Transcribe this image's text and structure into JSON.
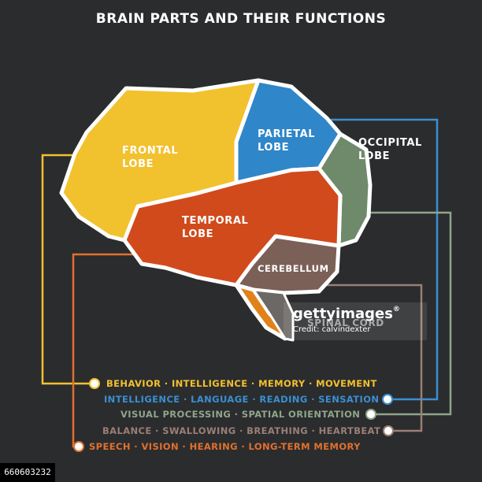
{
  "title": "BRAIN PARTS AND THEIR FUNCTIONS",
  "regions": {
    "frontal": {
      "line1": "FRONTAL",
      "line2": "LOBE",
      "color": "#f2c12e"
    },
    "parietal": {
      "line1": "PARIETAL",
      "line2": "LOBE",
      "color": "#2f86c8"
    },
    "occipital": {
      "line1": "OCCIPITAL",
      "line2": "LOBE",
      "color": "#6e8a6a"
    },
    "temporal": {
      "line1": "TEMPORAL",
      "line2": "LOBE",
      "color": "#d14a1c"
    },
    "cerebellum": {
      "label": "CEREBELLUM",
      "color": "#7b6058"
    },
    "spinal_cord": {
      "label": "SPINAL CORD",
      "color": "#e0821a"
    }
  },
  "functions": [
    {
      "text": "BEHAVIOR · INTELLIGENCE · MEMORY · MOVEMENT",
      "color": "#f2c12e"
    },
    {
      "text": "INTELLIGENCE · LANGUAGE · READING · SENSATION",
      "color": "#3a8fd1"
    },
    {
      "text": "VISUAL PROCESSING · SPATIAL ORIENTATION",
      "color": "#8fa58a"
    },
    {
      "text": "BALANCE · SWALLOWING · BREATHING · HEARTBEAT",
      "color": "#9a7f76"
    },
    {
      "text": "SPEECH · VISION · HEARING · LONG-TERM MEMORY",
      "color": "#e0712e"
    }
  ],
  "watermark": {
    "brand": "gettyimages",
    "credit": "Credit: calvindexter"
  },
  "image_id": "660603232"
}
